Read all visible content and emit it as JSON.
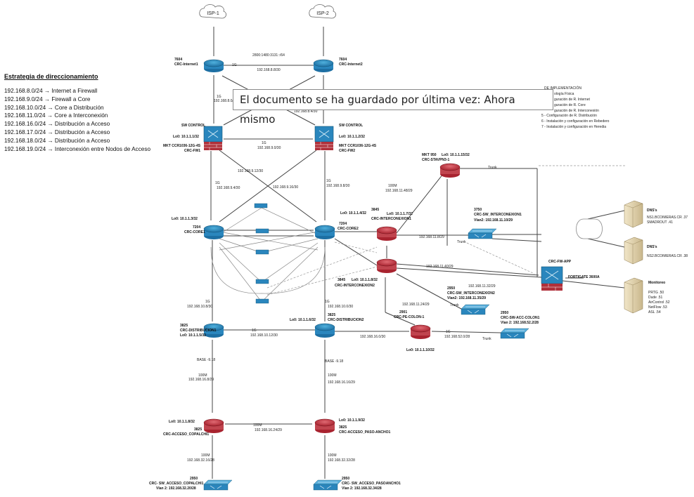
{
  "strategy": {
    "title": "Estrategia de direccionamiento",
    "rows": [
      "192.168.8.0/24 → Internet a Firewall",
      "192.168.9.0/24 → Firewall a Core",
      "192.168.10.0/24 → Core a Distribución",
      "192.168.11.0/24 → Core a Interconexión",
      "192.168.16.0/24 → Distribución a Acceso",
      "192.168.17.0/24 → Distribución a Acceso",
      "192.168.18.0/24 → Distribución a Acceso",
      "192.168.19.0/24 → Interconexión entre Nodos de Acceso"
    ]
  },
  "banner": {
    "text": "El documento se ha guardado por última vez: Ahora mismo"
  },
  "legend": {
    "items": [
      "DE IMPLEMENTACIÓN",
      "ología Física",
      "guración de R. Internet",
      "guración de R. Core",
      "guración de R. Interconexión",
      "5 - Configuración de R. Distribución",
      "6 - Instalación y configuración en Rebedero",
      "7 - Instalación y configuración en Heredia"
    ]
  },
  "clouds": {
    "isp1": "ISP-1",
    "isp2": "ISP-2"
  },
  "top_link": "2800:1480:3131::/64",
  "routers": {
    "internet1": {
      "model": "7604",
      "name": "CRC-Internet1"
    },
    "internet2": {
      "model": "7604",
      "name": "CRC-Internet2"
    },
    "core1": {
      "model": "7204",
      "name": "CRC-CORE1",
      "lo": "Lo0: 10.1.1.3/32"
    },
    "core2": {
      "model": "7204",
      "name": "CRC-CORE2",
      "lo": "Lo0: 10.1.1.4/32"
    },
    "inter1": {
      "model": "3845",
      "name": "CRC-INTERCONEXION1",
      "lo": "Lo0: 10.1.1.7/32"
    },
    "inter2": {
      "model": "3845",
      "name": "CRC-INTERCONEXION2",
      "lo": "Lo0: 10.1.1.8/32"
    },
    "mkt": {
      "model": "MKT 950",
      "name": "CRC-STAVPN3-1",
      "lo": "Lo0: 10.1.1.15/32"
    },
    "dist1": {
      "model": "3825",
      "name": "CRC-DISTRIBUCION1",
      "lo": "Lo0: 10.1.1.5/32"
    },
    "dist2": {
      "model": "3825",
      "name": "CRC-DISTRIBUCION2",
      "lo": "Lo0: 10.1.1.6/32"
    },
    "pe": {
      "model": "2901",
      "name": "CRC-PE-COLON-1",
      "lo": "Lo0: 10.1.1.10/32"
    },
    "acc1": {
      "model": "3825",
      "name": "CRC-ACCESO_COPALCHI1",
      "lo": "Lo0: 10.1.1.8/32"
    },
    "acc2": {
      "model": "3825",
      "name": "CRC-ACCESO_PASO-ANCHO1",
      "lo": "Lo0: 10.1.1.9/32"
    }
  },
  "firewalls": {
    "fw1": {
      "title": "SW CONTROL",
      "lo": "Lo0: 10.1.1.1/32",
      "model": "MKT CCR1036-12G-4S",
      "name": "CRC-FW1"
    },
    "fw2": {
      "title": "SW CONTROL",
      "lo": "Lo0: 10.1.1.2/32",
      "model": "MKT CCR1036-12G-4S",
      "name": "CRC-FW2"
    },
    "fortigate": {
      "model": "FORTIGATE 3600A",
      "name": "CRC-FW-APP"
    }
  },
  "switches": {
    "sw_inter1": {
      "model": "3750",
      "name": "CRC-SW_INTERCONEXION1",
      "vlan": "Vlan2: 192.168.11.10/29"
    },
    "sw_inter2": {
      "model": "2950",
      "name": "CRC-SW_INTERCONEXION2",
      "vlan": "Vlan2: 192.168.11.35/29"
    },
    "sw_acc_colon": {
      "model": "2950",
      "name": "CRC-SW-ACC-COLON1",
      "vlan": "Vlan 2: 192.168.52.2/28"
    },
    "sw_acc_copal": {
      "model": "2950",
      "name": "CRC- SW_ACCESO_COPALCHI1",
      "vlan": "Vlan 2: 192.168.32.20/28"
    },
    "sw_acc_paso": {
      "model": "2950",
      "name": "CRC- SW_ACCESO_PASOANCHO1",
      "vlan": "Vlan 2: 192.168.32.34/28"
    }
  },
  "servers": {
    "dns1": {
      "title": "DNS's",
      "line1": "NS1.BCOIMERAS.CR .37",
      "line2": "SMADROUT .41"
    },
    "dns2": {
      "title": "DNS's",
      "line1": "NS2.BCOIMERAS.CR .38"
    },
    "mon": {
      "title": "Monitoreo",
      "lines": [
        "PRTG .50",
        "Dude .51",
        "AirControl .52",
        "NetFlow .53",
        "ASL .54"
      ]
    }
  },
  "links": {
    "int_fw1": "192.168.8.0/30",
    "int_fw2": "192.168.8.4/30",
    "internets": "192.168.8.8/30",
    "fw_fw": "192.168.9.0/30",
    "fw1_core1": "192.168.9.4/30",
    "fw1_core2": "192.168.9.12/30",
    "fw2_core1": "192.168.9.16/30",
    "fw2_core2": "192.168.9.8/30",
    "mkt_link": "192.168.11.48/29",
    "inter1_mkt": "192.168.11.8/29",
    "inter_inter": "192.168.11.40/29",
    "inter2_sw": "192.168.11.32/29",
    "inter2_pe": "192.168.11.24/29",
    "core1_dist1": "192.168.10.8/30",
    "core2_dist2": "192.168.10.0/30",
    "dist_dist": "192.168.10.12/30",
    "dist2_pe": "192.168.16.0/30",
    "pe_sw": "192.168.52.0/28",
    "dist1_acc1": "192.168.16.8/29",
    "dist2_acc2": "192.168.16.16/29",
    "acc_acc": "192.168.16.24/29",
    "acc1_sw": "192.168.32.16/28",
    "acc2_sw": "192.168.32.32/28",
    "trunk": "Trunk",
    "speed_1g": "1G",
    "speed_100m": "100M",
    "base": "BASE -9.18"
  }
}
